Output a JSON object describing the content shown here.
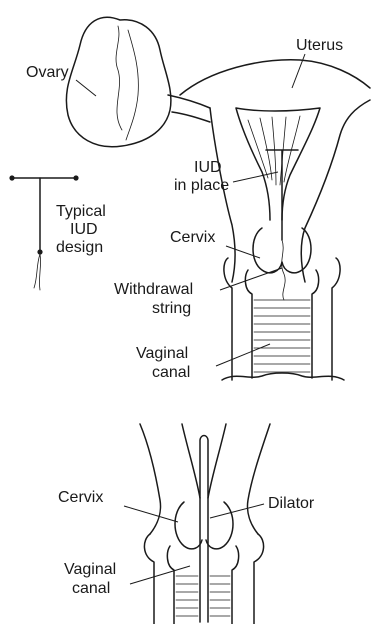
{
  "labels": {
    "ovary": "Ovary",
    "uterus": "Uterus",
    "iud_line1": "IUD",
    "iud_line2": "in place",
    "typical_line1": "Typical",
    "typical_line2": "IUD",
    "typical_line3": "design",
    "cervix_top": "Cervix",
    "withdrawal_line1": "Withdrawal",
    "withdrawal_line2": "string",
    "vaginal_top_line1": "Vaginal",
    "vaginal_top_line2": "canal",
    "cervix_bottom": "Cervix",
    "dilator": "Dilator",
    "vaginal_bottom_line1": "Vaginal",
    "vaginal_bottom_line2": "canal"
  }
}
